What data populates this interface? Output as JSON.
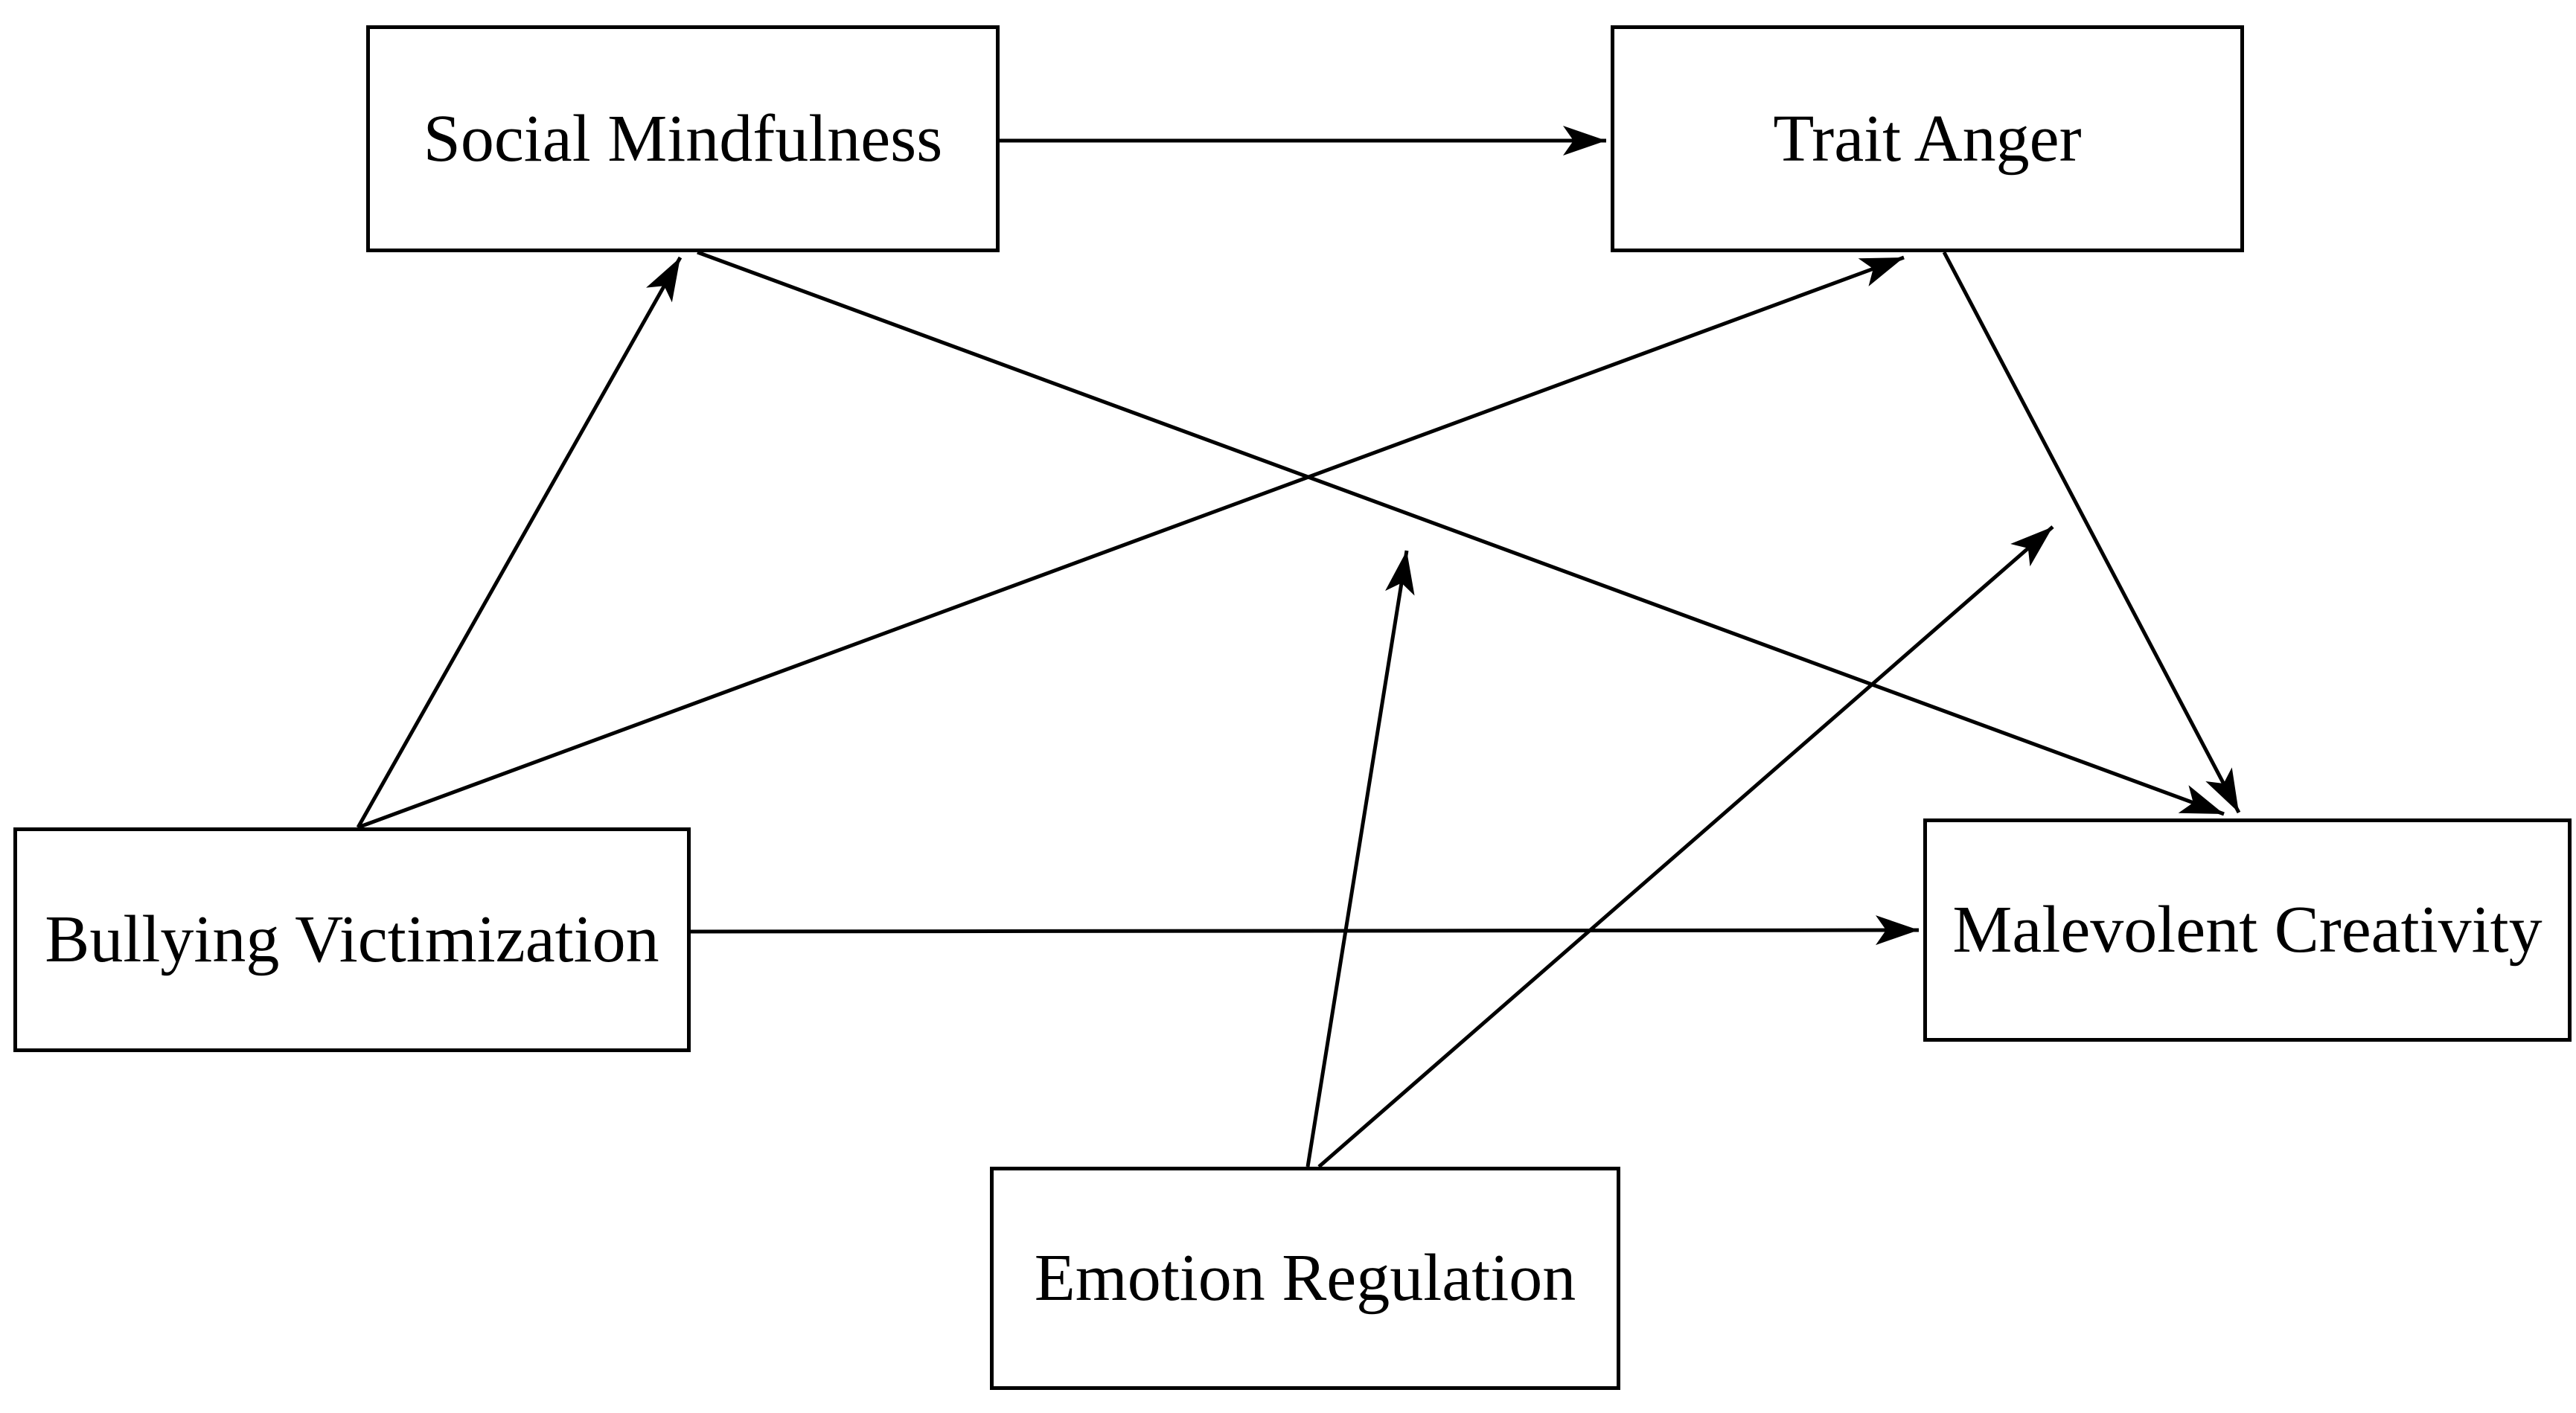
{
  "diagram": {
    "type": "path-model",
    "background_color": "#ffffff",
    "line_color": "#000000",
    "nodes": [
      {
        "id": "social_mindfulness",
        "label": "Social Mindfulness"
      },
      {
        "id": "trait_anger",
        "label": "Trait Anger"
      },
      {
        "id": "bullying_victimization",
        "label": "Bullying Victimization"
      },
      {
        "id": "malevolent_creativity",
        "label": "Malevolent Creativity"
      },
      {
        "id": "emotion_regulation",
        "label": "Emotion Regulation"
      }
    ],
    "edges": [
      {
        "from": "Social Mindfulness",
        "to": "Trait Anger",
        "style": "arrow"
      },
      {
        "from": "Bullying Victimization",
        "to": "Social Mindfulness",
        "style": "arrow"
      },
      {
        "from": "Bullying Victimization",
        "to": "Trait Anger",
        "style": "arrow"
      },
      {
        "from": "Bullying Victimization",
        "to": "Malevolent Creativity",
        "style": "arrow"
      },
      {
        "from": "Social Mindfulness",
        "to": "Malevolent Creativity",
        "style": "arrow"
      },
      {
        "from": "Trait Anger",
        "to": "Malevolent Creativity",
        "style": "arrow"
      },
      {
        "from": "Emotion Regulation",
        "to": "path: Social Mindfulness → Malevolent Creativity",
        "style": "moderation-arrow"
      },
      {
        "from": "Emotion Regulation",
        "to": "path: Trait Anger → Malevolent Creativity",
        "style": "moderation-arrow"
      }
    ]
  }
}
